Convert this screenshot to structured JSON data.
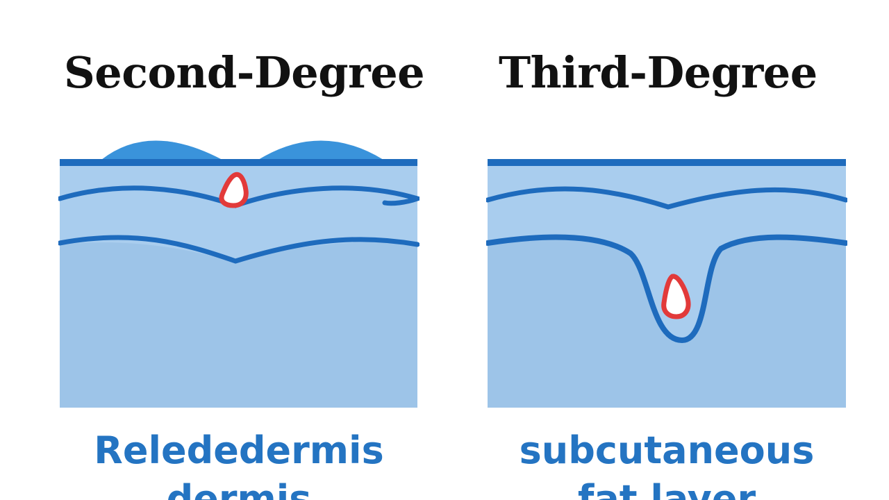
{
  "panels": {
    "left": {
      "title": "Second-Degree",
      "caption_lines": [
        "Relededermis",
        "dermis"
      ]
    },
    "right": {
      "title": "Third-Degree",
      "caption_lines": [
        "subcutaneous",
        "fat layer"
      ]
    }
  },
  "colors": {
    "skin_light": "#a9cdee",
    "skin_deep": "#9dc4e8",
    "layer_line": "#1e6bbd",
    "blister": "#3a93db",
    "burn_mark": "#e23a3a",
    "caption_text": "#2474c2",
    "title_text": "#111111"
  }
}
